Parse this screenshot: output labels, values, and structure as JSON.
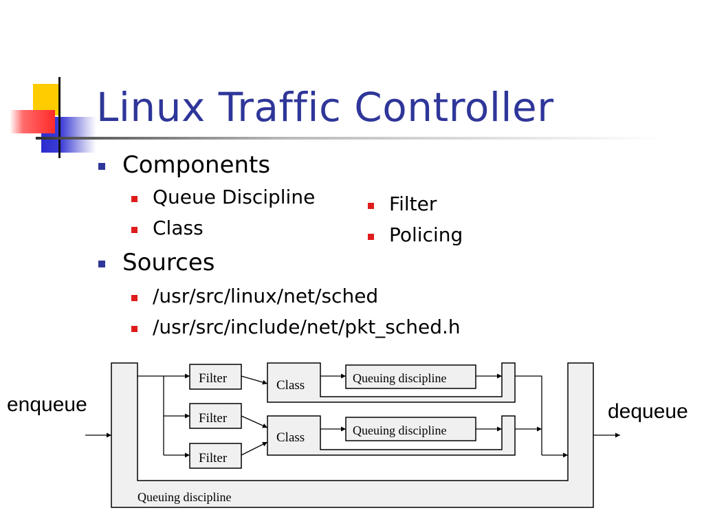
{
  "slide": {
    "title": "Linux Traffic Controller"
  },
  "bullets": {
    "components": "Components",
    "components_items": [
      "Queue Discipline",
      "Class",
      "Filter",
      "Policing"
    ],
    "sources": "Sources",
    "sources_items": [
      "/usr/src/linux/net/sched",
      "/usr/src/include/net/pkt_sched.h"
    ]
  },
  "diagram": {
    "enqueue": "enqueue",
    "dequeue": "dequeue",
    "outer_label": "Queuing discipline",
    "filter_label": "Filter",
    "class_label": "Class",
    "inner_qdisc_label": "Queuing discipline"
  },
  "colors": {
    "title": "#2f3699",
    "level1_bullet": "#2f3699",
    "level2_bullet": "#e01b1b",
    "deco_yellow": "#ffcc00",
    "deco_red": "#ff3333",
    "deco_blue": "#2d2dcf",
    "box_fill": "#f0f0f0"
  }
}
